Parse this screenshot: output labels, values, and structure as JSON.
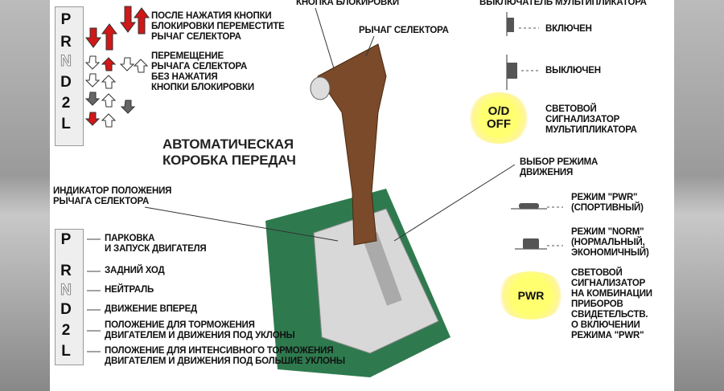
{
  "top": {
    "lock_button": "КНОПКА БЛОКИРОВКИ",
    "selector_lever": "РЫЧАГ СЕЛЕКТОРА",
    "od_switch": "ВЫКЛЮЧАТЕЛЬ МУЛЬТИПЛИКАТОРА",
    "od_on": "ВКЛЮЧЕН",
    "od_off": "ВЫКЛЮЧЕН",
    "od_badge": "O/D\nOFF",
    "od_light": "СВЕТОВОЙ\nСИГНАЛИЗАТОР\nМУЛЬТИПЛИКАТОРА",
    "mode_select": "ВЫБОР РЕЖИМА\nДВИЖЕНИЯ"
  },
  "legend_arrows": {
    "with_button": "ПОСЛЕ НАЖАТИЯ КНОПКИ\nБЛОКИРОВКИ ПЕРЕМЕСТИТЕ\nРЫЧАГ СЕЛЕКТОРА",
    "without_button": "ПЕРЕМЕЩЕНИЕ\nРЫЧАГА СЕЛЕКТОРА\nБЕЗ НАЖАТИЯ\nКНОПКИ БЛОКИРОВКИ"
  },
  "title": "АВТОМАТИЧЕСКАЯ\nКОРОБКА ПЕРЕДАЧ",
  "indicator_label": "ИНДИКАТОР ПОЛОЖЕНИЯ\nРЫЧАГА СЕЛЕКТОРА",
  "gears": [
    "P",
    "R",
    "N",
    "D",
    "2",
    "L"
  ],
  "gear_descriptions": [
    "ПАРКОВКА\nИ ЗАПУСК ДВИГАТЕЛЯ",
    "ЗАДНИЙ ХОД",
    "НЕЙТРАЛЬ",
    "ДВИЖЕНИЕ ВПЕРЕД",
    "ПОЛОЖЕНИЕ ДЛЯ ТОРМОЖЕНИЯ\nДВИГАТЕЛЕМ И ДВИЖЕНИЯ ПОД УКЛОНЫ",
    "ПОЛОЖЕНИЕ ДЛЯ ИНТЕНСИВНОГО ТОРМОЖЕНИЯ\nДВИГАТЕЛЕМ И ДВИЖЕНИЯ ПОД БОЛЬШИЕ УКЛОНЫ"
  ],
  "modes": {
    "pwr": "РЕЖИМ \"PWR\"\n(СПОРТИВНЫЙ)",
    "norm": "РЕЖИМ \"NORM\"\n(НОРМАЛЬНЫЙ,\nЭКОНОМИЧНЫЙ)",
    "pwr_badge": "PWR",
    "pwr_light": "СВЕТОВОЙ\nСИГНАЛИЗАТОР\nНА КОМБИНАЦИИ\nПРИБОРОВ\nСВИДЕТЕЛЬСТВ.\nО ВКЛЮЧЕНИИ\nРЕЖИМА \"PWR\""
  },
  "colors": {
    "lever": "#7a4a2a",
    "base": "#2e7a4e",
    "arrow_red": "#d01818",
    "badge": "#ffff70"
  }
}
